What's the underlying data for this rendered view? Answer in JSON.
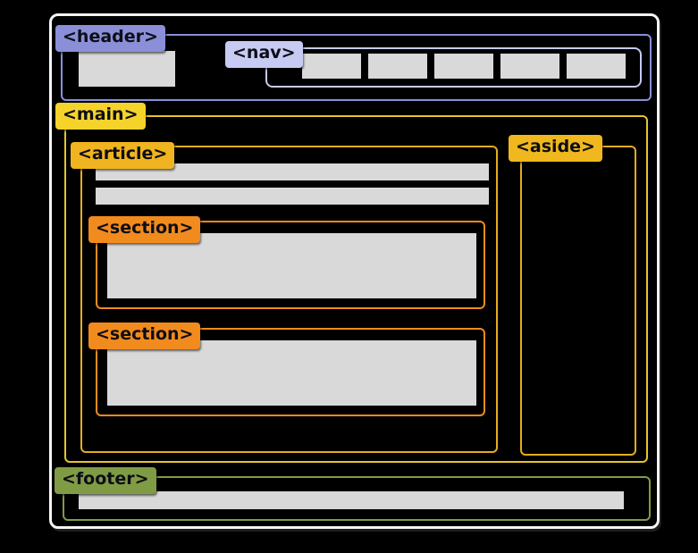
{
  "diagram": {
    "labels": {
      "header": "<header>",
      "nav": "<nav>",
      "main": "<main>",
      "article": "<article>",
      "section_1": "<section>",
      "section_2": "<section>",
      "aside": "<aside>",
      "footer": "<footer>"
    },
    "nav_items": 5,
    "colors": {
      "header": "#8a8fd8",
      "nav": "#c7caf2",
      "main": "#f5d32b",
      "main_border": "#e4c52c",
      "article": "#efb41f",
      "aside": "#f0b81e",
      "gold_border": "#e5ad1d",
      "section": "#f18b1e",
      "footer": "#7f9c44",
      "placeholder": "#d9d9d9",
      "frame": "#f5f5f5",
      "background": "#000000"
    }
  }
}
